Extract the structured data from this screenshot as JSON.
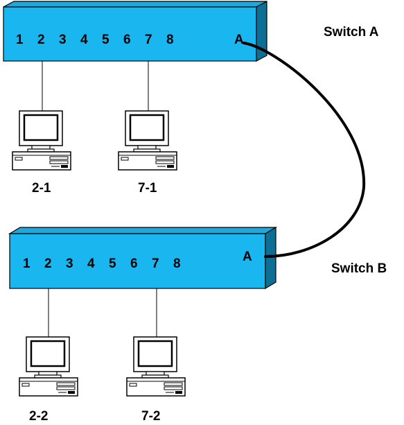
{
  "colors": {
    "switch_face": "#19b6ef",
    "switch_top": "#1ca9dd",
    "switch_side": "#0d6f93",
    "cable": "#000000",
    "pc_body": "#ffffff"
  },
  "switch_a": {
    "title": "Switch A",
    "ports": [
      "1",
      "2",
      "3",
      "4",
      "5",
      "6",
      "7",
      "8"
    ],
    "uplink": "A"
  },
  "switch_b": {
    "title": "Switch B",
    "ports": [
      "1",
      "2",
      "3",
      "4",
      "5",
      "6",
      "7",
      "8"
    ],
    "uplink": "A"
  },
  "computers": {
    "pc_2_1": "2-1",
    "pc_7_1": "7-1",
    "pc_2_2": "2-2",
    "pc_7_2": "7-2"
  },
  "icons": [
    "switch-icon",
    "computer-icon",
    "cable-line"
  ]
}
